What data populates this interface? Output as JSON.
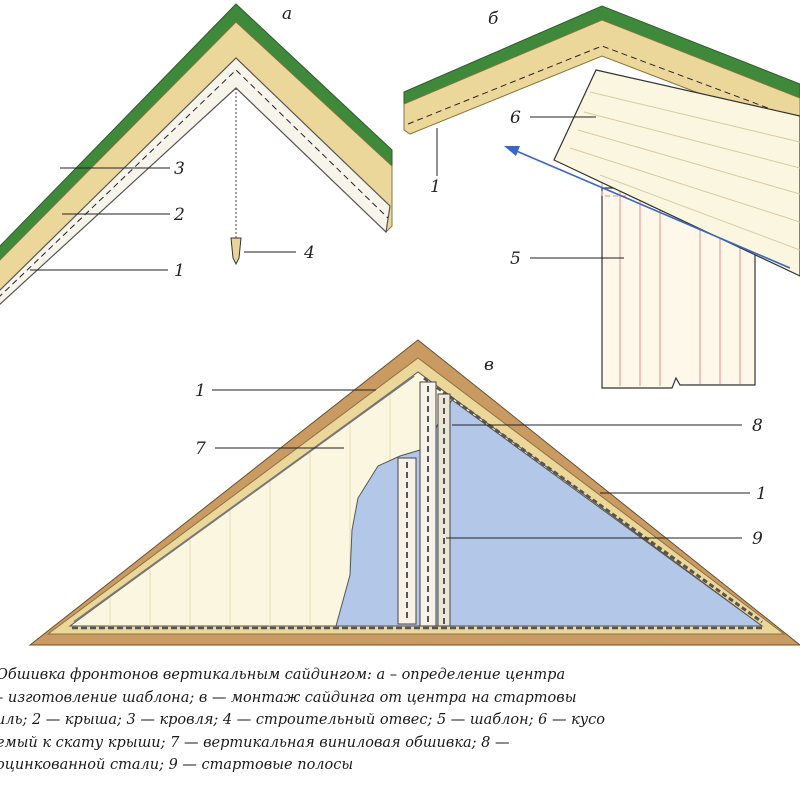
{
  "panels": {
    "a": "а",
    "b": "б",
    "c": "в"
  },
  "labels": {
    "a_3": "3",
    "a_2": "2",
    "a_1": "1",
    "a_4": "4",
    "b_6": "6",
    "b_1": "1",
    "b_5": "5",
    "c_1_left": "1",
    "c_7": "7",
    "c_8": "8",
    "c_1_right": "1",
    "c_9": "9"
  },
  "caption": {
    "lines": [
      "Обшивка фронтонов вертикальным сайдингом: а – определение центра",
      "– изготовление шаблона; в — монтаж сайдинга от центра на стартовы",
      "иль; 2 — крыша; 3 — кровля; 4 — строительный отвес; 5 — шаблон; 6 — кусо",
      "емый к скату крыши; 7 — вертикальная виниловая обшивка; 8 — ",
      "оцинкованной стали; 9 — стартовые полосы"
    ]
  },
  "colors": {
    "roofing": "#3f8a3a",
    "roof_board": "#ecd79a",
    "rafter": "#c99a62",
    "siding": "#fbf6df",
    "wall": "#b3c8e8",
    "template_line": "#e98a8a",
    "arrow": "#3b66c4"
  }
}
